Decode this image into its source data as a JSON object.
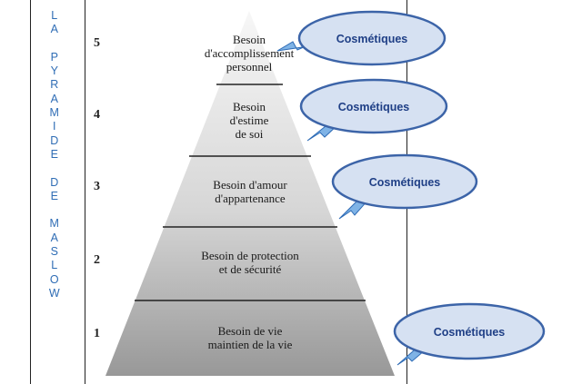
{
  "side_title_letters": [
    "L",
    "A",
    "",
    "P",
    "Y",
    "R",
    "A",
    "M",
    "I",
    "D",
    "E",
    "",
    "D",
    "E",
    "",
    "M",
    "A",
    "S",
    "L",
    "O",
    "W"
  ],
  "levels": [
    {
      "number": "5",
      "label_lines": [
        "Besoin",
        "d'accomplissement",
        "personnel"
      ]
    },
    {
      "number": "4",
      "label_lines": [
        "Besoin",
        "d'estime",
        "de soi"
      ]
    },
    {
      "number": "3",
      "label_lines": [
        "Besoin d'amour",
        "d'appartenance"
      ]
    },
    {
      "number": "2",
      "label_lines": [
        "Besoin de protection",
        "et de sécurité"
      ]
    },
    {
      "number": "1",
      "label_lines": [
        "Besoin de vie",
        "maintien de la vie"
      ]
    }
  ],
  "callouts": [
    {
      "text": "Cosmétiques",
      "level": "5"
    },
    {
      "text": "Cosmétiques",
      "level": "4"
    },
    {
      "text": "Cosmétiques",
      "level": "3"
    },
    {
      "text": "Cosmétiques",
      "level": "1"
    }
  ],
  "colors": {
    "side_letters": "#2f6db5",
    "bubble_fill": "#d6e1f2",
    "bubble_stroke": "#3c64a8",
    "bubble_text": "#1f3f86",
    "pyramid_light": "#f4f4f4",
    "pyramid_dark": "#9c9c9c"
  }
}
